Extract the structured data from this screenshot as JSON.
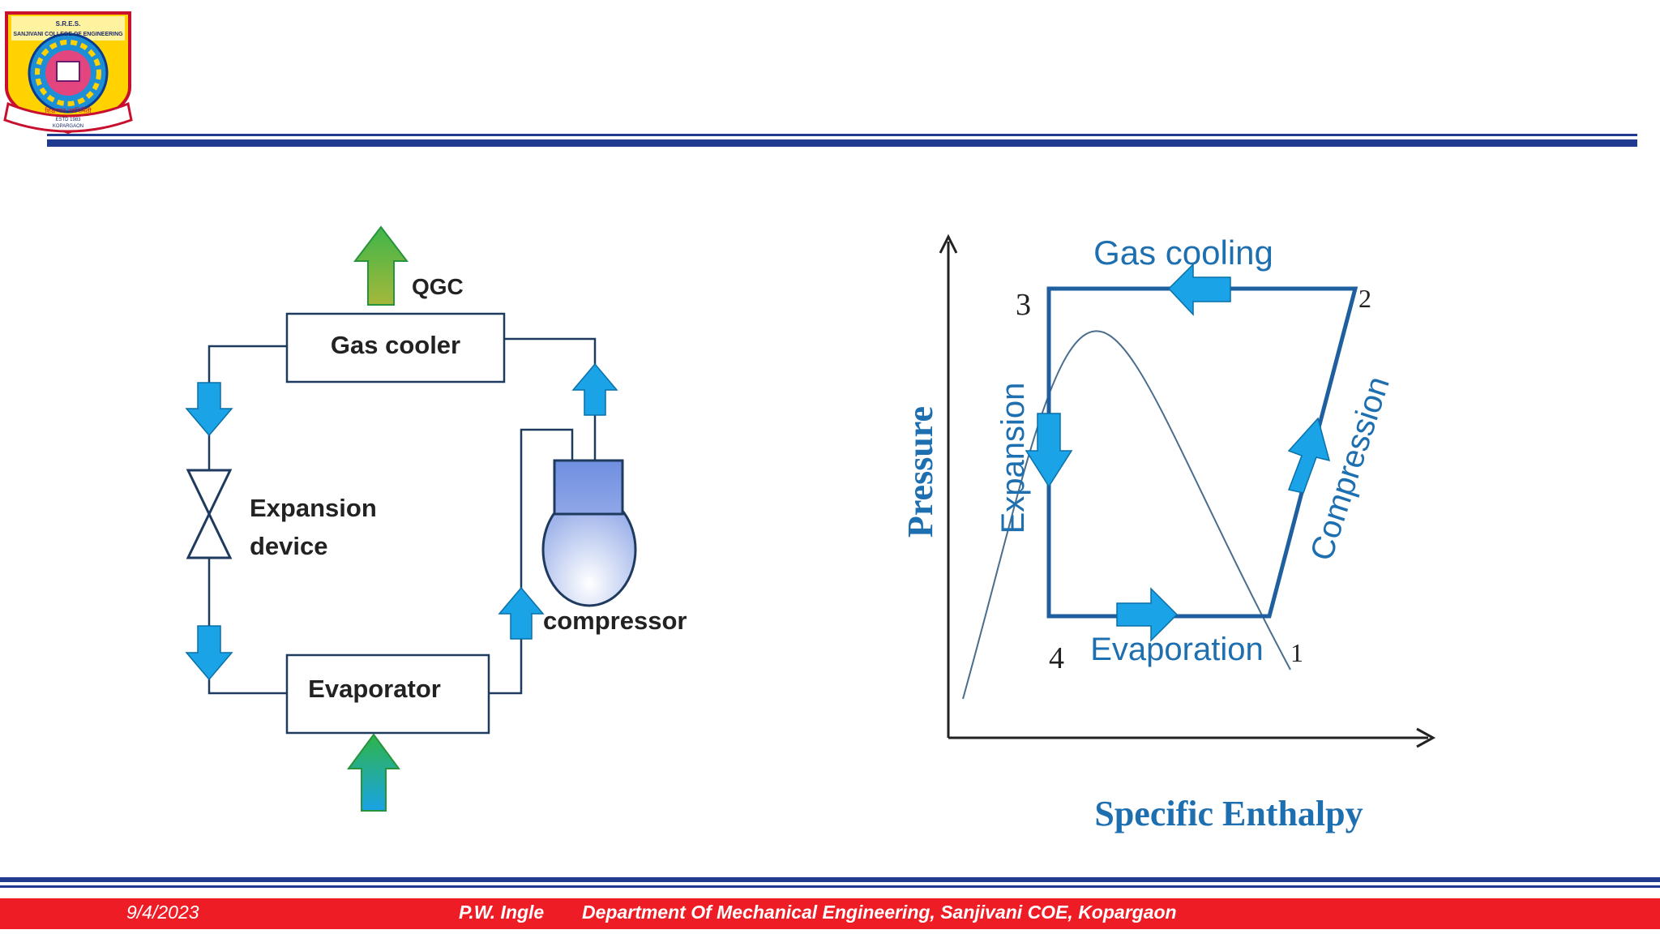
{
  "logo": {
    "top_text": "S.R.E.S.",
    "name_text": "SANJIVANI COLLEGE OF ENGINEERING",
    "motto_text": "शिक्षणात नवनिर्मिती",
    "estd_text": "ESTD 1983",
    "city_text": "KOPARGAON"
  },
  "cycle_diagram": {
    "heat_out_label": "QGC",
    "gas_cooler_label": "Gas cooler",
    "expansion_label_line1": "Expansion",
    "expansion_label_line2": "device",
    "compressor_label": "compressor",
    "evaporator_label": "Evaporator"
  },
  "ph_diagram": {
    "y_axis_label": "Pressure",
    "x_axis_label": "Specific Enthalpy",
    "process_top": "Gas cooling",
    "process_left": "Expansion",
    "process_right": "Compression",
    "process_bottom": "Evaporation",
    "point_1": "1",
    "point_2": "2",
    "point_3": "3",
    "point_4": "4"
  },
  "footer": {
    "date": "9/4/2023",
    "author": "P.W. Ingle",
    "department": "Department Of Mechanical Engineering,  Sanjivani COE, Kopargaon"
  },
  "colors": {
    "rule_blue": "#1f3a8f",
    "footer_red": "#ee1c25",
    "arrow_blue": "#1aa3e6",
    "heat_green": "#2fb44a",
    "text_blue": "#1e6fb0"
  }
}
